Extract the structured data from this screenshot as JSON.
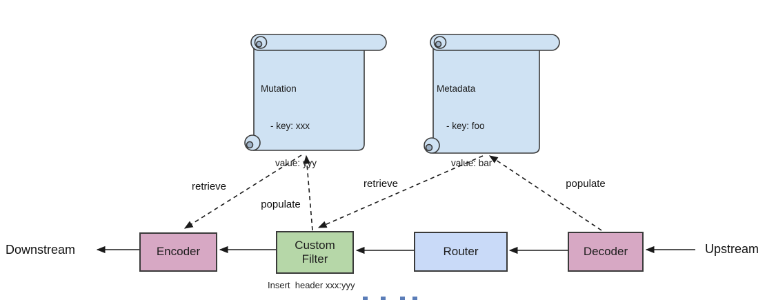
{
  "colors": {
    "node-pink": "#d7a8c4",
    "node-green": "#b6d7a8",
    "node-blue": "#c9daf8",
    "scroll-blue": "#cfe2f3",
    "scroll-inner": "#9fb3c8",
    "stroke": "#3a3a3a",
    "line": "#1a1a1a",
    "clipped": "#5b7db8"
  },
  "endpoints": {
    "downstream": "Downstream",
    "upstream": "Upstream"
  },
  "nodes": {
    "encoder": "Encoder",
    "custom_filter": "Custom Filter",
    "router": "Router",
    "decoder": "Decoder"
  },
  "notes": {
    "mutation": {
      "title": "Mutation",
      "key": "- key: xxx",
      "value": "value: yyy"
    },
    "metadata": {
      "title": "Metadata",
      "key": "- key: foo",
      "value": "value: bar"
    }
  },
  "edges": {
    "retrieve_mutation_to_encoder": "retrieve",
    "populate_filter_to_mutation": "populate",
    "retrieve_metadata_to_filter": "retrieve",
    "populate_decoder_to_metadata": "populate"
  },
  "caption": "Insert  header xxx:yyy"
}
